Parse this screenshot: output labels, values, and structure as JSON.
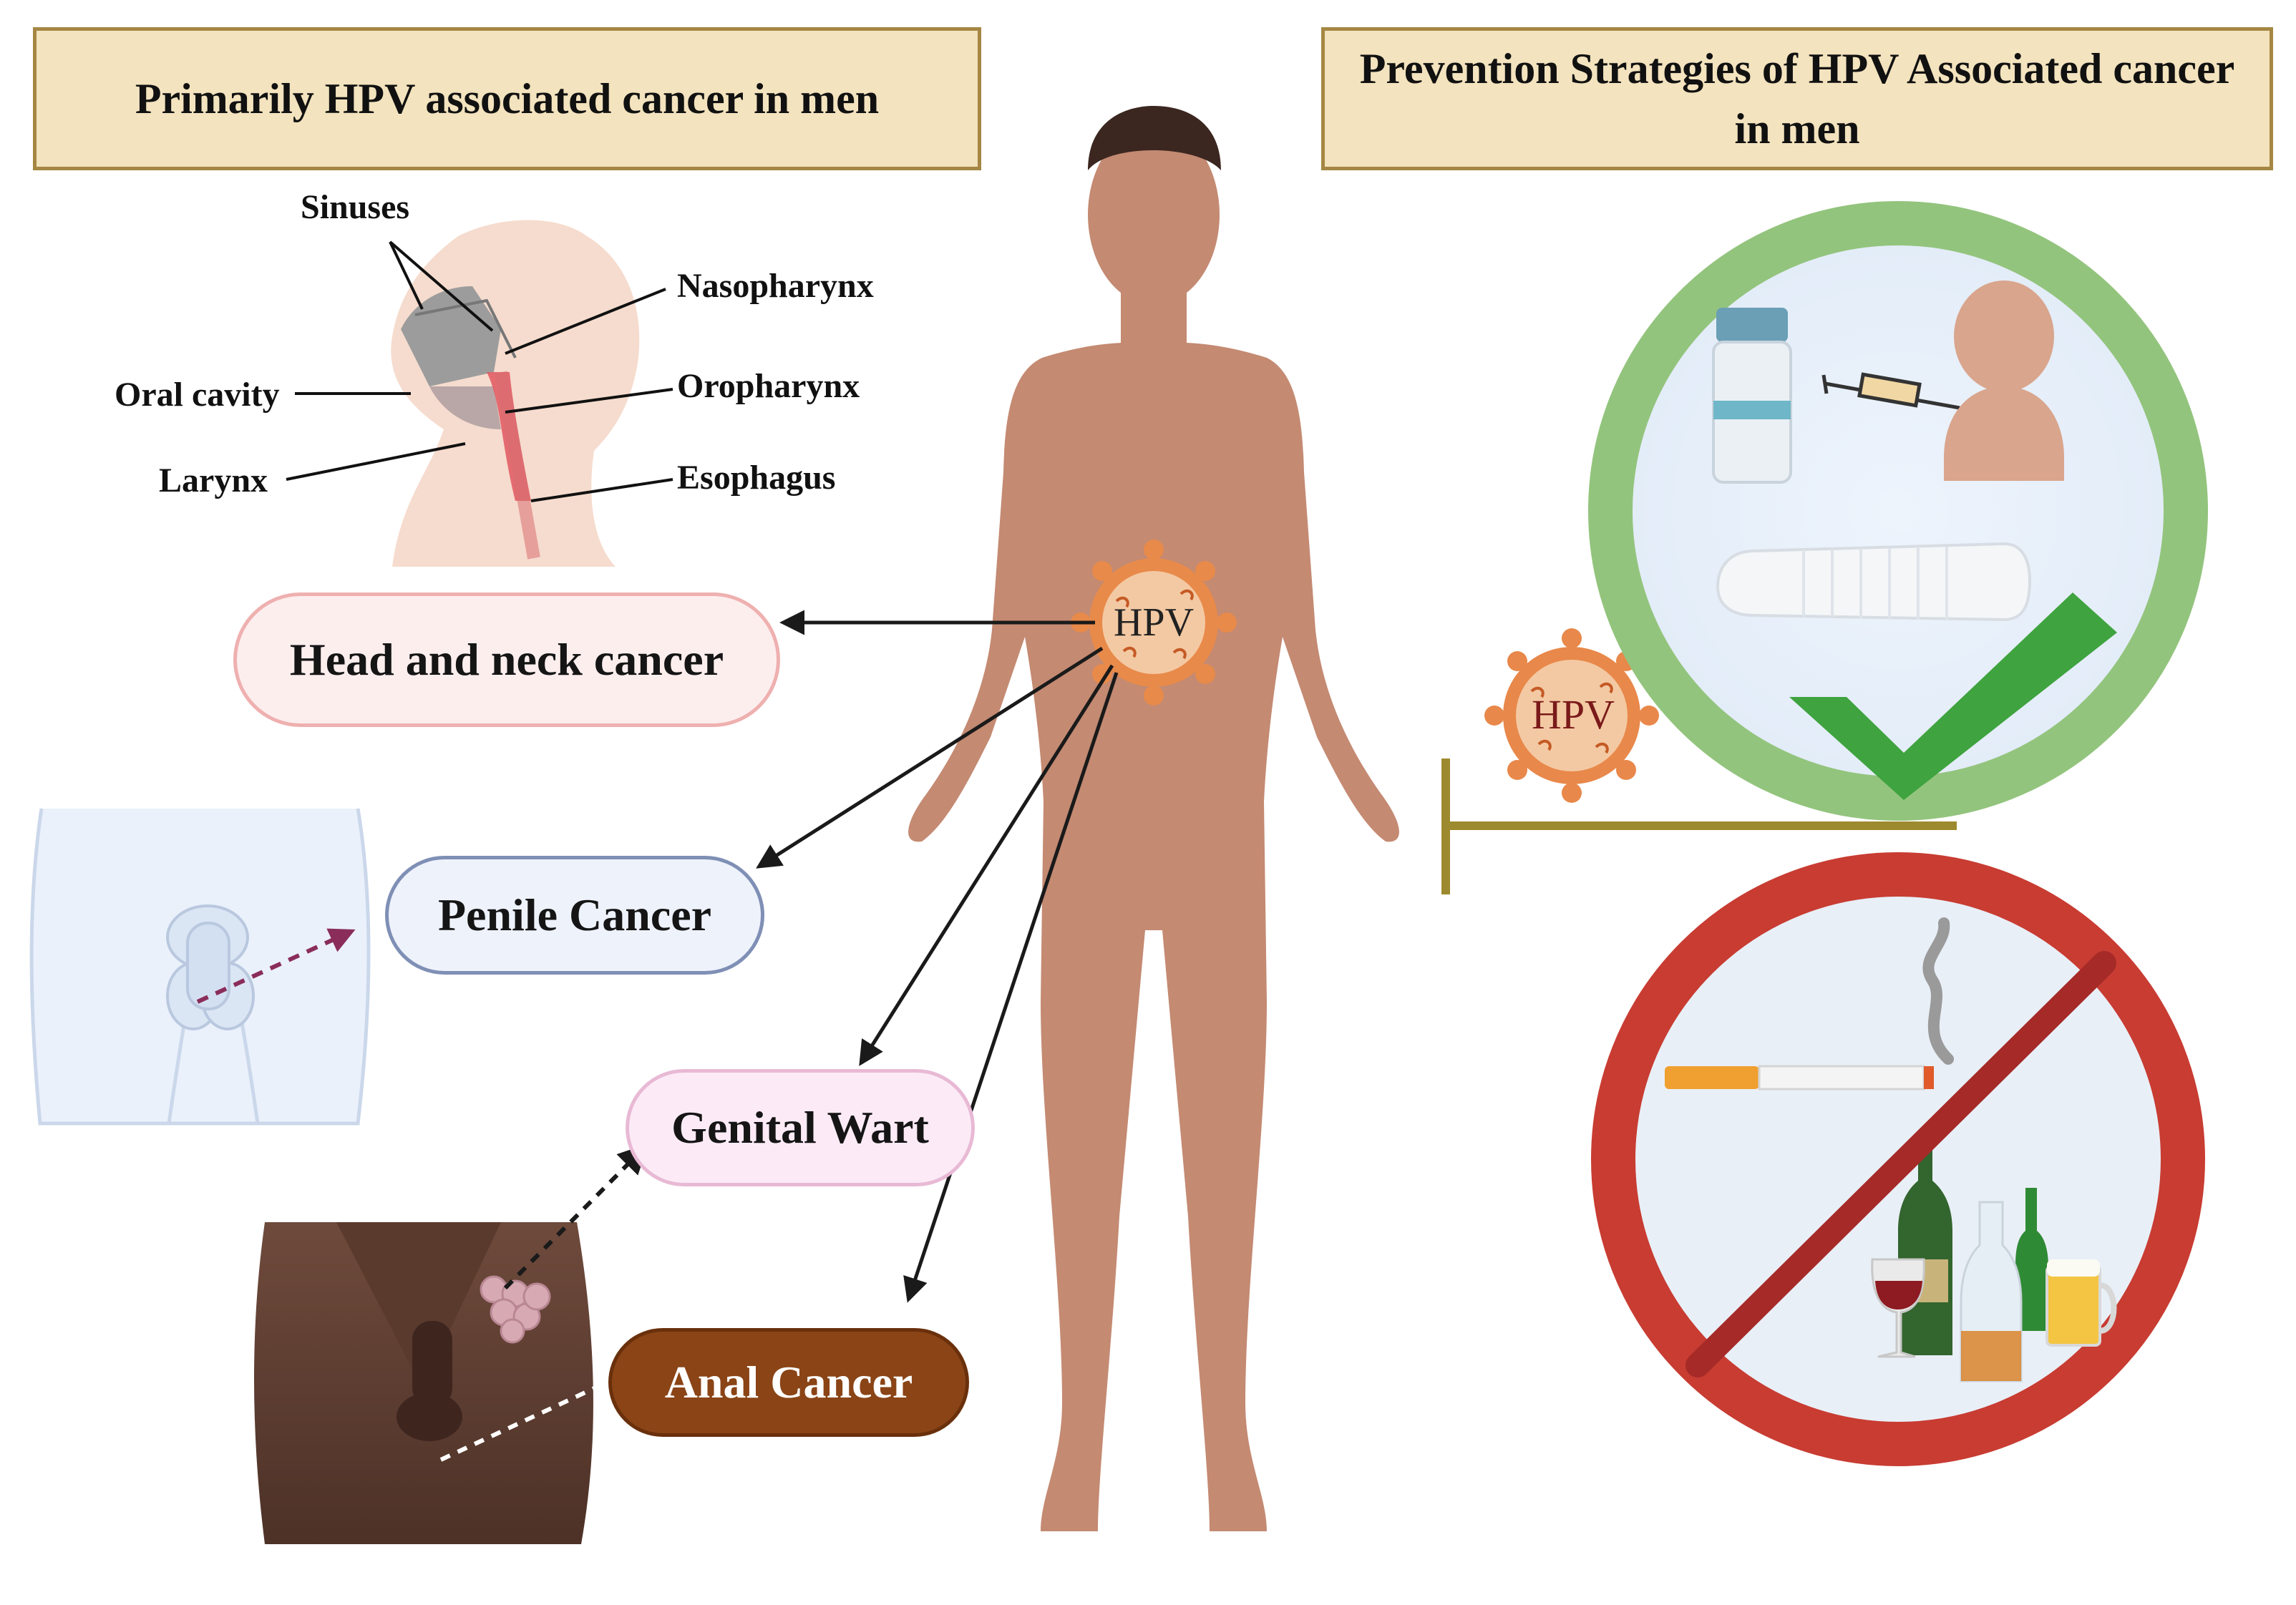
{
  "titles": {
    "left": "Primarily HPV associated cancer in men",
    "right": "Prevention Strategies of HPV Associated cancer in men"
  },
  "anatomy_labels": {
    "sinuses": "Sinuses",
    "nasopharynx": "Nasopharynx",
    "oral_cavity": "Oral cavity",
    "oropharynx": "Oropharynx",
    "larynx": "Larynx",
    "esophagus": "Esophagus"
  },
  "outcomes": {
    "head_neck": "Head and neck cancer",
    "penile": "Penile Cancer",
    "genital_wart": "Genital Wart",
    "anal": "Anal Cancer"
  },
  "virus": {
    "center_label": "HPV",
    "blocked_label": "HPV"
  },
  "colors": {
    "title_fill": "#f3e3be",
    "title_border": "#a58743",
    "skin": "#c48a72",
    "virus": "#e8884a",
    "prevent_ring": "#93c47d",
    "check": "#3fa33f",
    "prohibit_ring": "#c83c32",
    "inhibit_bar": "#9e8a2e"
  }
}
